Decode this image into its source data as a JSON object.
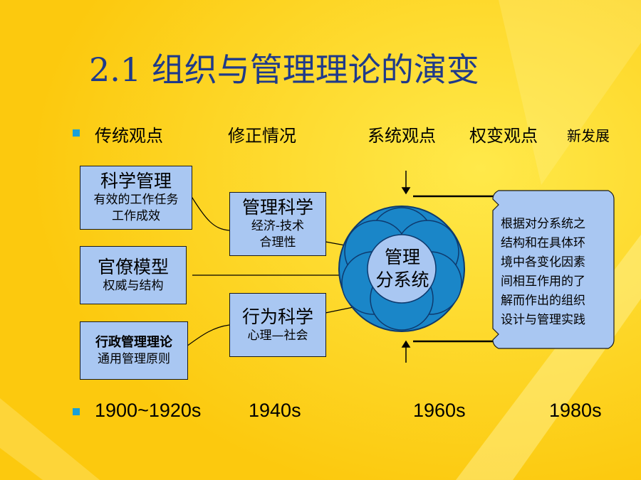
{
  "title": "2.1 组织与管理理论的演变",
  "headers": {
    "traditional": "传统观点",
    "revision": "修正情况",
    "systems": "系统观点",
    "contingency": "权变观点",
    "new": "新发展"
  },
  "years": {
    "y1": "1900~1920s",
    "y2": "1940s",
    "y3": "1960s",
    "y4": "1980s"
  },
  "boxes": {
    "scientific": {
      "main": "科学管理",
      "sub1": "有效的工作任务",
      "sub2": "工作成效"
    },
    "bureaucracy": {
      "main": "官僚模型",
      "sub": "权威与结构"
    },
    "admin": {
      "main": "行政管理理论",
      "sub": "通用管理原则"
    },
    "mgmt_science": {
      "main": "管理科学",
      "sub1": "经济-技术",
      "sub2": "合理性"
    },
    "behavioral": {
      "main": "行为科学",
      "sub": "心理—社会"
    }
  },
  "center": {
    "line1": "管理",
    "line2": "分系统"
  },
  "result": {
    "lines": [
      "根据对分系统之",
      "结构和在具体环",
      "境中各变化因素",
      "间相互作用的了",
      "解而作出的组织",
      "设计与管理实践"
    ]
  },
  "colors": {
    "background": "#FFD21E",
    "accent": "#FFF39A",
    "box": "#A9C7F2",
    "circle": "#1A86C8",
    "title": "#1F3A8A",
    "bullet": "#1AA0D8"
  }
}
